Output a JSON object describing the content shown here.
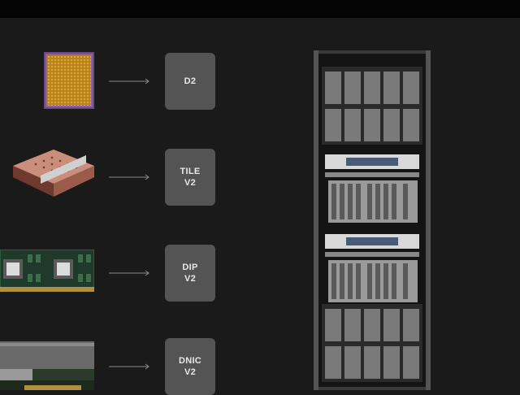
{
  "hierarchy": [
    {
      "id": "d2",
      "lines": [
        "D2"
      ],
      "image": "d2-chip"
    },
    {
      "id": "tile",
      "lines": [
        "TILE",
        "V2"
      ],
      "image": "training-tile-module"
    },
    {
      "id": "dip",
      "lines": [
        "DIP",
        "V2"
      ],
      "image": "dip-board"
    },
    {
      "id": "dnic",
      "lines": [
        "DNIC",
        "V2"
      ],
      "image": "dnic-card"
    }
  ],
  "colors": {
    "background": "#1a1a1a",
    "label_box": "#545454",
    "label_text": "#e8e8e8",
    "arrow": "#8a8a8a"
  },
  "rack_image": "server-rack"
}
